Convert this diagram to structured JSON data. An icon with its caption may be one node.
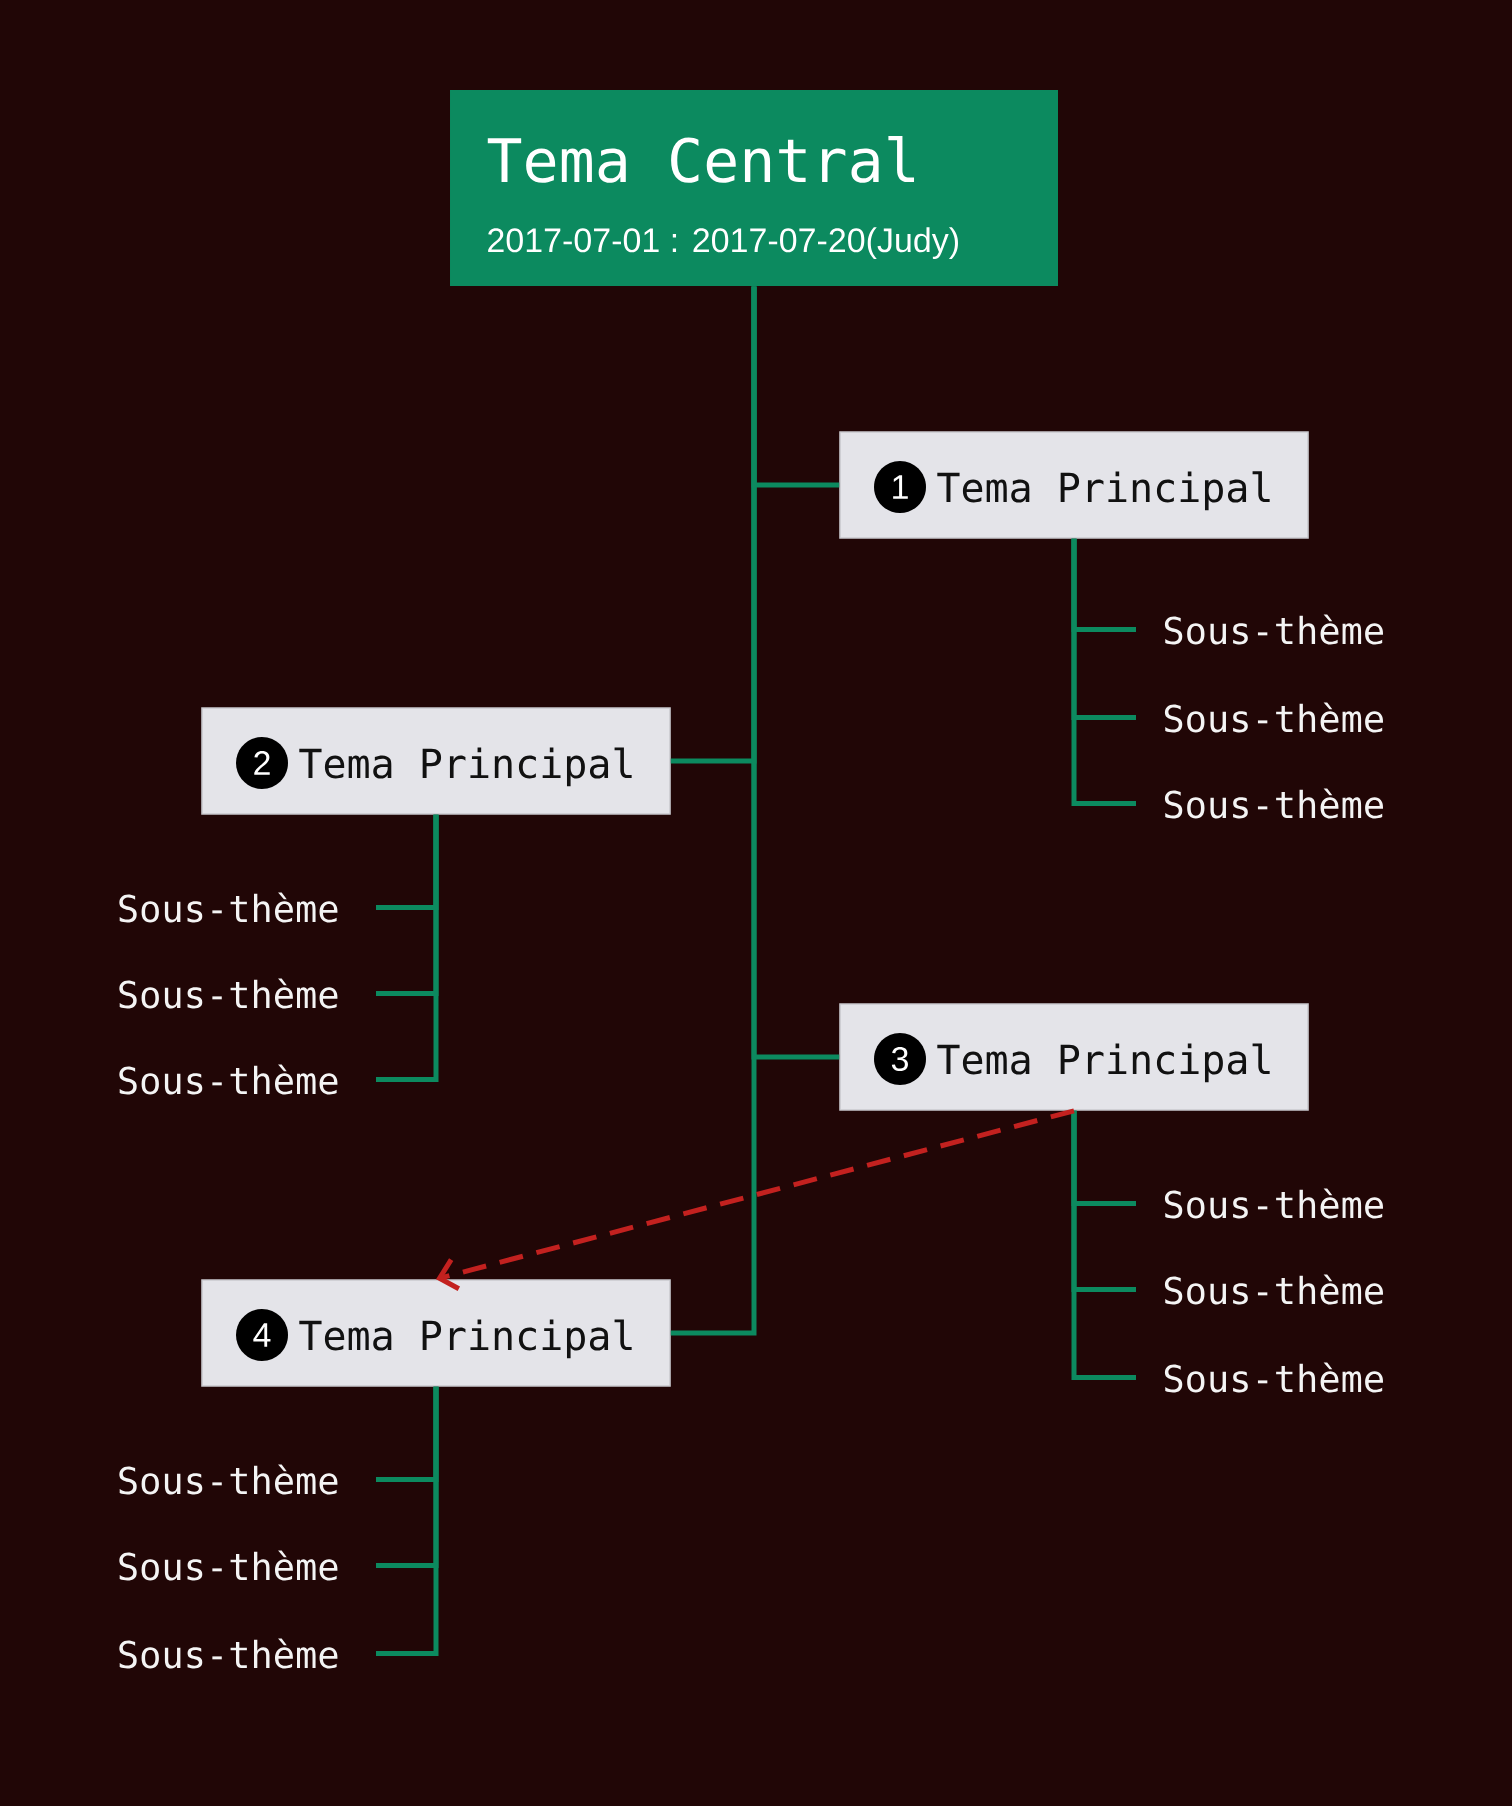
{
  "diagram": {
    "nodes": [
      {
        "text": [
          "Tema Central",
          "2017-07-01 : 2017-07-20(Judy)"
        ]
      },
      {
        "text": [
          "1",
          "Tema Principal"
        ]
      },
      {
        "text": [
          "Sous-thème"
        ]
      },
      {
        "text": [
          "Sous-thème"
        ]
      },
      {
        "text": [
          "Sous-thème"
        ]
      },
      {
        "text": [
          "2",
          "Tema Principal"
        ]
      },
      {
        "text": [
          "Sous-thème"
        ]
      },
      {
        "text": [
          "Sous-thème"
        ]
      },
      {
        "text": [
          "Sous-thème"
        ]
      },
      {
        "text": [
          "3",
          "Tema Principal"
        ]
      },
      {
        "text": [
          "Sous-thème"
        ]
      },
      {
        "text": [
          "Sous-thème"
        ]
      },
      {
        "text": [
          "Sous-thème"
        ]
      },
      {
        "text": [
          "4",
          "Tema Principal"
        ]
      },
      {
        "text": [
          "Sous-thème"
        ]
      },
      {
        "text": [
          "Sous-thème"
        ]
      },
      {
        "text": [
          "Sous-thème"
        ]
      }
    ],
    "edges": [
      {
        "from": 0,
        "to": 1,
        "arrow": "none"
      },
      {
        "from": 0,
        "to": 5,
        "arrow": "none"
      },
      {
        "from": 0,
        "to": 9,
        "arrow": "none"
      },
      {
        "from": 0,
        "to": 13,
        "arrow": "none"
      },
      {
        "from": 1,
        "to": 2,
        "arrow": "none"
      },
      {
        "from": 1,
        "to": 3,
        "arrow": "none"
      },
      {
        "from": 1,
        "to": 4,
        "arrow": "none"
      },
      {
        "from": 5,
        "to": 6,
        "arrow": "none"
      },
      {
        "from": 5,
        "to": 7,
        "arrow": "none"
      },
      {
        "from": 5,
        "to": 8,
        "arrow": "none"
      },
      {
        "from": 9,
        "to": 10,
        "arrow": "none"
      },
      {
        "from": 9,
        "to": 11,
        "arrow": "none"
      },
      {
        "from": 9,
        "to": 12,
        "arrow": "none"
      },
      {
        "from": 13,
        "to": 14,
        "arrow": "none"
      },
      {
        "from": 13,
        "to": 15,
        "arrow": "none"
      },
      {
        "from": 13,
        "to": 16,
        "arrow": "none"
      },
      {
        "from": 9,
        "to": 13,
        "arrow": "to",
        "style": "dashed",
        "color": "#c3211f"
      }
    ]
  }
}
